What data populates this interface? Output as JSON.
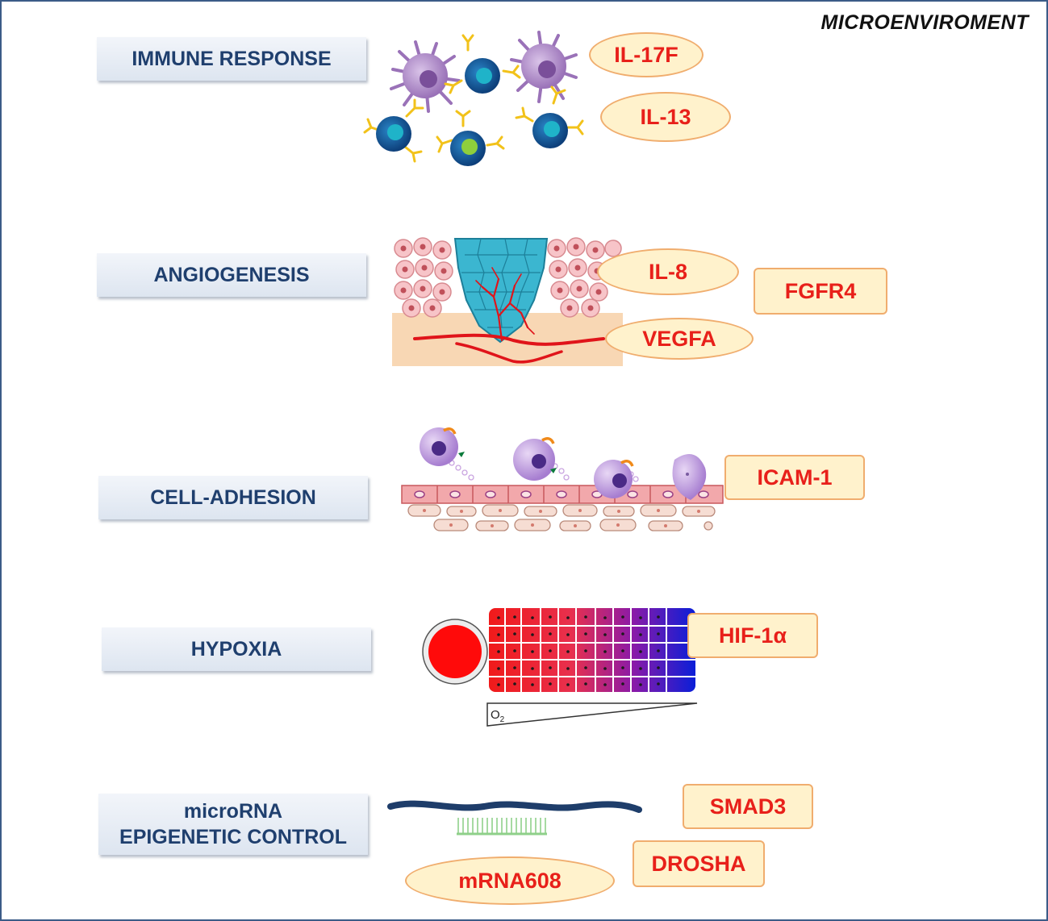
{
  "title": "MICROENVIROMENT",
  "categories": {
    "immune": "IMMUNE RESPONSE",
    "angio": "ANGIOGENESIS",
    "adhesion": "CELL-ADHESION",
    "hypoxia": "HYPOXIA",
    "mirna_line1": "microRNA",
    "mirna_line2": "EPIGENETIC CONTROL"
  },
  "markers": {
    "il17f": "IL-17F",
    "il13": "IL-13",
    "il8": "IL-8",
    "fgfr4": "FGFR4",
    "vegfa": "VEGFA",
    "icam1": "ICAM-1",
    "hif1a": "HIF-1α",
    "smad3": "SMAD3",
    "drosha": "DROSHA",
    "mrna608": "mRNA608"
  },
  "hypoxia_gradient_label": "O2",
  "colors": {
    "label_text": "#e8201a",
    "label_fill": "#fff2cc",
    "label_border": "#f0ad6e",
    "category_text": "#1f3f6e",
    "frame": "#3b5b87"
  }
}
